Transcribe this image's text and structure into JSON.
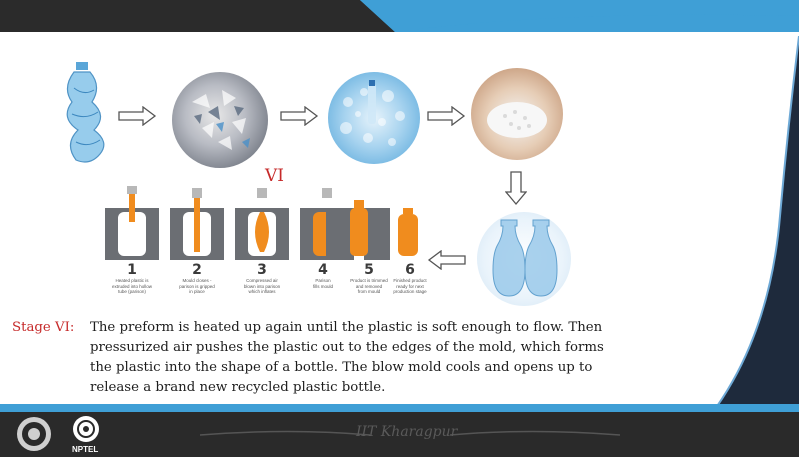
{
  "stage_numeral": "VI",
  "steps": [
    {
      "num": "1",
      "desc": [
        "Heated plastic is",
        "extruded into hollow",
        "tube (parison)"
      ]
    },
    {
      "num": "2",
      "desc": [
        "Mould closes -",
        "parison is gripped",
        "in place"
      ]
    },
    {
      "num": "3",
      "desc": [
        "Compressed air",
        "blown into parison",
        "which inflates"
      ]
    },
    {
      "num": "4",
      "desc": [
        "Parison",
        "fills mould"
      ]
    },
    {
      "num": "5",
      "desc": [
        "Product is trimmed",
        "and removed",
        "from mould"
      ]
    },
    {
      "num": "6",
      "desc": [
        "Finished product",
        "ready for next",
        "production stage"
      ]
    }
  ],
  "caption": {
    "label": "Stage VI:",
    "lines": [
      "The preform is heated up again until the plastic is soft enough to flow. Then",
      "pressurized air pushes the plastic out to the edges of the mold, which forms",
      "the plastic into the shape of a bottle. The blow mold cools and opens up to",
      "release a brand new recycled plastic bottle."
    ]
  },
  "footer": {
    "institute": "IIT Kharagpur",
    "logo_text": "NPTEL"
  },
  "colors": {
    "header_dark": "#2b2b2b",
    "header_blue": "#3f9fd6",
    "footer_bar": "#2a2a2a",
    "accent_red": "#c62a2a",
    "orange": "#f08c1e"
  }
}
